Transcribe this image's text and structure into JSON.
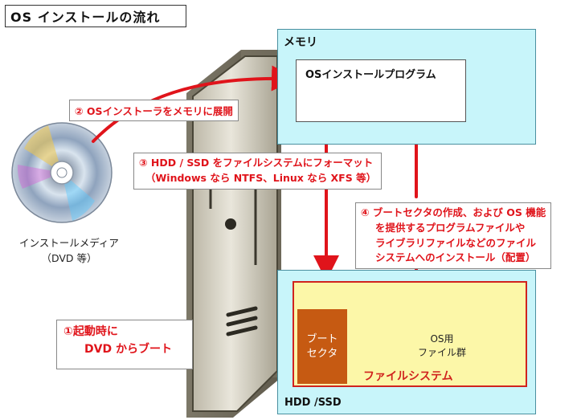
{
  "title": "OS インストールの流れ",
  "memory": {
    "label": "メモリ",
    "program_label": "OSインストールプログラム"
  },
  "storage": {
    "label": "HDD /SSD",
    "filesystem_label": "ファイルシステム",
    "boot_sector_line1": "ブート",
    "boot_sector_line2": "セクタ",
    "os_files_line1": "OS用",
    "os_files_line2": "ファイル群"
  },
  "media": {
    "caption_line1": "インストールメディア",
    "caption_line2": "（DVD 等）"
  },
  "steps": {
    "step1_line1": "①起動時に",
    "step1_line2": "DVD からブート",
    "step2": "② OSインストーラをメモリに展開",
    "step3_line1": "③ HDD / SSD をファイルシステムにフォーマット",
    "step3_line2": "（Windows なら NTFS、Linux なら XFS 等）",
    "step4_line1": "④ ブートセクタの作成、および OS 機能",
    "step4_line2": "を提供するプログラムファイルや",
    "step4_line3": "ライブラリファイルなどのファイル",
    "step4_line4": "システムへのインストール（配置）"
  },
  "colors": {
    "accent_red": "#e0141b",
    "memory_fill": "#c8f5fa",
    "filesystem_fill": "#fcf7a8",
    "boot_sector_fill": "#c65a12"
  }
}
